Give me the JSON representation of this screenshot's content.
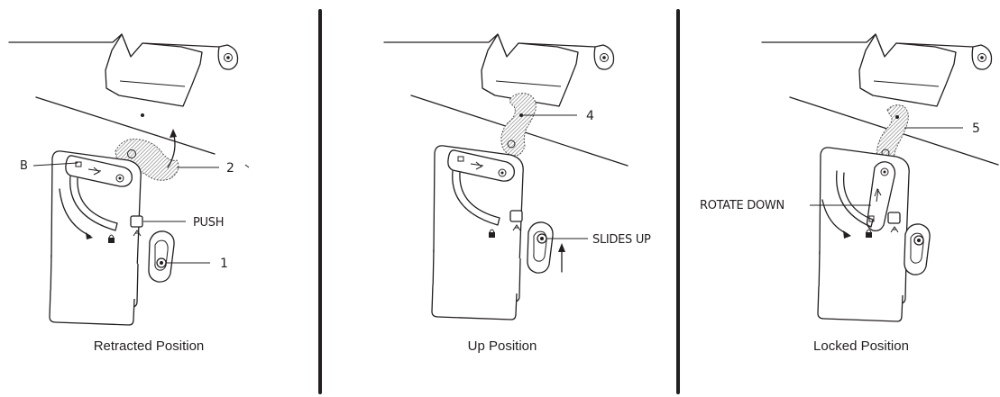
{
  "panels": [
    {
      "caption": "Retracted Position",
      "callouts": {
        "b_label": "B",
        "number_2": "2",
        "push": "PUSH",
        "number_1": "1"
      }
    },
    {
      "caption": "Up Position",
      "callouts": {
        "number_4": "4",
        "slides_up": "SLIDES UP"
      }
    },
    {
      "caption": "Locked Position",
      "callouts": {
        "rotate_down": "ROTATE DOWN",
        "number_5": "5"
      }
    }
  ],
  "colors": {
    "line": "#231f20",
    "background": "#ffffff",
    "hatch": "#8a8a8a"
  }
}
